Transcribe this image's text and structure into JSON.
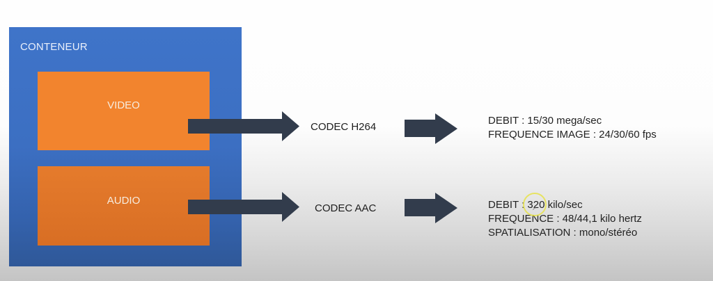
{
  "container": {
    "label": "CONTENEUR",
    "color": "#3f74c9"
  },
  "streams": [
    {
      "label": "VIDEO",
      "color": "#f2842e",
      "codec": "CODEC H264",
      "specs": [
        "DEBIT : 15/30 mega/sec",
        "FREQUENCE IMAGE : 24/30/60 fps"
      ]
    },
    {
      "label": "AUDIO",
      "color": "#d86e24",
      "codec": "CODEC AAC",
      "specs": [
        "DEBIT : 320 kilo/sec",
        "FREQUENCE : 48/44,1 kilo hertz",
        "SPATIALISATION : mono/stéréo"
      ]
    }
  ],
  "arrow_color": "#323c4c",
  "cursor": {
    "icon": "pointer-highlight-icon",
    "ring_color": "#e6e24a"
  }
}
